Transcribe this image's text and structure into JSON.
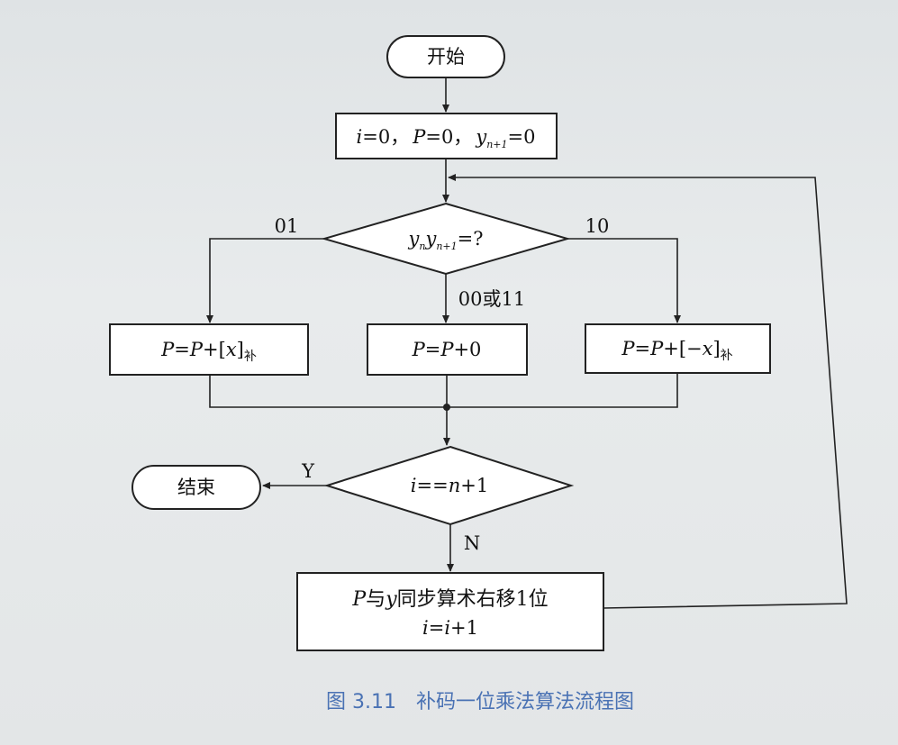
{
  "nodes": {
    "start": "开始",
    "init": {
      "i": "i",
      "eq0": "=0，",
      "P": "P",
      "eq1": "=0，",
      "y": "y",
      "ysub": "n+1",
      "eq2": "=0"
    },
    "decision1": {
      "yn": "y",
      "ynsub": "n",
      "yn1": "y",
      "yn1sub": "n+1",
      "q": "=?"
    },
    "left_box": {
      "a": "P",
      "b": "=",
      "c": "P",
      "d": "+[",
      "e": "x",
      "f": "]",
      "g": "补"
    },
    "mid_box": {
      "a": "P",
      "b": "=",
      "c": "P",
      "d": "+0"
    },
    "right_box": {
      "a": "P",
      "b": "=",
      "c": "P",
      "d": "+[−",
      "e": "x",
      "f": "]",
      "g": "补"
    },
    "decision2": {
      "a": "i",
      "b": "==",
      "c": "n",
      "d": "+1"
    },
    "end": "结束",
    "shift": {
      "a": "P",
      "b": "与",
      "c": "y",
      "d": "同步算术右移1位",
      "line2a": "i",
      "line2b": "=",
      "line2c": "i",
      "line2d": "+1"
    }
  },
  "edge_labels": {
    "left": "01",
    "right": "10",
    "middle": "00或11",
    "yes": "Y",
    "no": "N"
  },
  "caption": "图 3.11　补码一位乘法算法流程图"
}
